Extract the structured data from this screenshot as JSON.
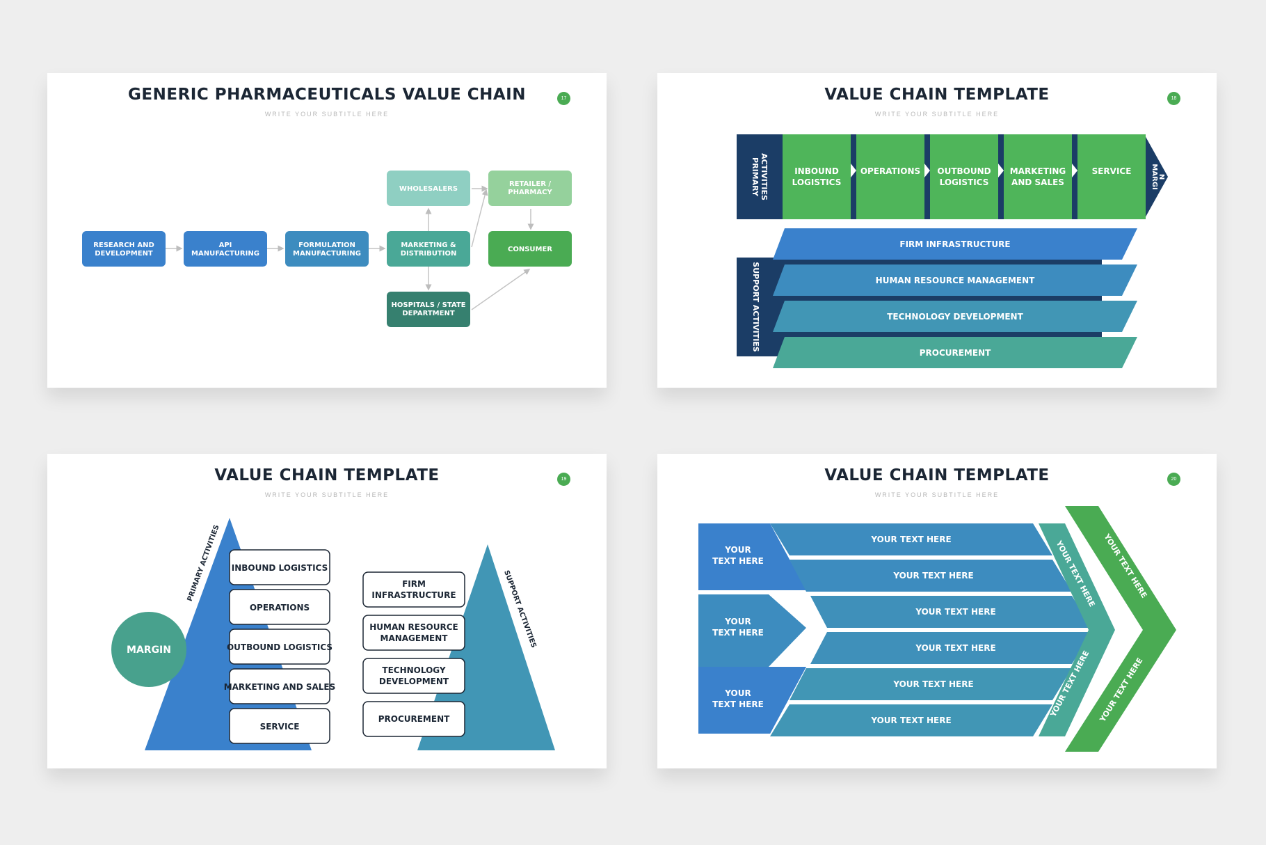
{
  "slides": [
    {
      "title": "GENERIC PHARMACEUTICALS VALUE CHAIN",
      "subtitle": "WRITE YOUR SUBTITLE HERE",
      "page_number": "17",
      "nodes": {
        "research": [
          "RESEARCH AND",
          "DEVELOPMENT"
        ],
        "api": [
          "API",
          "MANUFACTURING"
        ],
        "formulation": [
          "FORMULATION",
          "MANUFACTURING"
        ],
        "marketing": [
          "MARKETING &",
          "DISTRIBUTION"
        ],
        "wholesalers": [
          "WHOLESALERS"
        ],
        "retailer": [
          "RETAILER /",
          "PHARMACY"
        ],
        "consumer": [
          "CONSUMER"
        ],
        "hospitals": [
          "HOSPITALS / STATE",
          "DEPARTMENT"
        ]
      }
    },
    {
      "title": "VALUE CHAIN TEMPLATE",
      "subtitle": "WRITE YOUR SUBTITLE HERE",
      "page_number": "18",
      "primary_label": [
        "PRIMARY",
        "ACTIVITIES"
      ],
      "support_label": "SUPPORT ACTIVITIES",
      "margin_label": [
        "MARGI",
        "N"
      ],
      "primary": [
        [
          "INBOUND",
          "LOGISTICS"
        ],
        [
          "OPERATIONS"
        ],
        [
          "OUTBOUND",
          "LOGISTICS"
        ],
        [
          "MARKETING",
          "AND SALES"
        ],
        [
          "SERVICE"
        ]
      ],
      "support": [
        "FIRM INFRASTRUCTURE",
        "HUMAN RESOURCE MANAGEMENT",
        "TECHNOLOGY DEVELOPMENT",
        "PROCUREMENT"
      ]
    },
    {
      "title": "VALUE CHAIN TEMPLATE",
      "subtitle": "WRITE YOUR SUBTITLE HERE",
      "page_number": "19",
      "margin": "MARGIN",
      "primary_label": "PRIMARY ACTIVITIES",
      "support_label": "SUPPORT ACTIVITIES",
      "primary": [
        [
          "INBOUND LOGISTICS"
        ],
        [
          "OPERATIONS"
        ],
        [
          "OUTBOUND LOGISTICS"
        ],
        [
          "MARKETING AND SALES"
        ],
        [
          "SERVICE"
        ]
      ],
      "support": [
        [
          "FIRM",
          "INFRASTRUCTURE"
        ],
        [
          "HUMAN RESOURCE",
          "MANAGEMENT"
        ],
        [
          "TECHNOLOGY",
          "DEVELOPMENT"
        ],
        [
          "PROCUREMENT"
        ]
      ]
    },
    {
      "title": "VALUE CHAIN TEMPLATE",
      "subtitle": "WRITE YOUR SUBTITLE HERE",
      "page_number": "20",
      "left_labels": [
        [
          "YOUR",
          "TEXT HERE"
        ],
        [
          "YOUR",
          "TEXT HERE"
        ],
        [
          "YOUR",
          "TEXT HERE"
        ]
      ],
      "rows": [
        "YOUR TEXT HERE",
        "YOUR TEXT HERE",
        "YOUR TEXT HERE",
        "YOUR TEXT HERE",
        "YOUR TEXT HERE",
        "YOUR TEXT HERE"
      ],
      "chevron_labels": [
        "YOUR TEXT HERE",
        "YOUR TEXT HERE"
      ],
      "green_labels": [
        "YOUR TEXT HERE",
        "YOUR TEXT HERE"
      ]
    }
  ],
  "colors": {
    "dark_navy": "#1b3d66",
    "blue": "#3a81cc",
    "steel_blue": "#3d8cbf",
    "teal": "#4a9ea3",
    "teal_green": "#4aa897",
    "deep_teal": "#36806f",
    "mint": "#8fcfc2",
    "light_green": "#95d19c",
    "green": "#4aab53",
    "margin_circle": "#48a18d"
  }
}
